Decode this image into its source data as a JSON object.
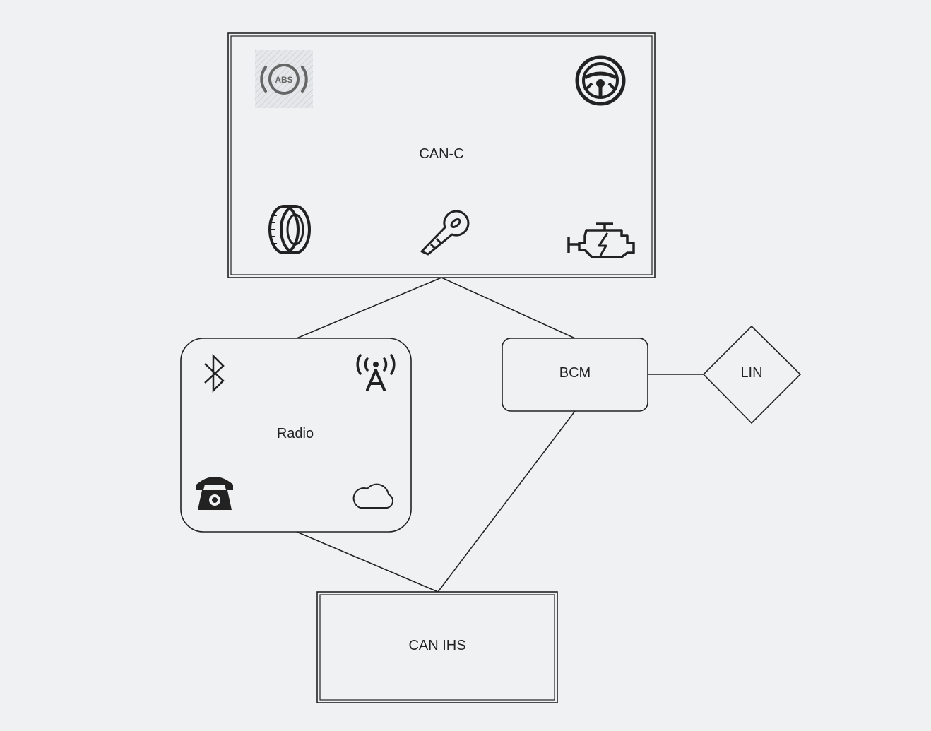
{
  "nodes": {
    "can_c": {
      "label": "CAN-C"
    },
    "radio": {
      "label": "Radio"
    },
    "bcm": {
      "label": "BCM"
    },
    "lin": {
      "label": "LIN"
    },
    "can_ihs": {
      "label": "CAN IHS"
    }
  },
  "icons": {
    "abs_label": "ABS"
  },
  "colors": {
    "background": "#f0f1f3",
    "stroke": "#222222"
  }
}
